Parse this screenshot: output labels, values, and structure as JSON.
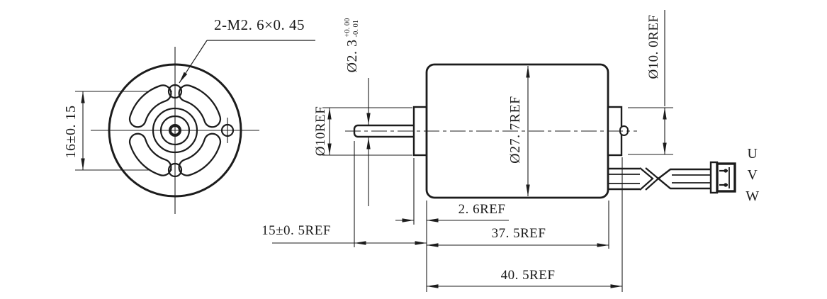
{
  "drawing": {
    "background": "#ffffff",
    "line_color": "#1c1c1c",
    "front_view": {
      "thread_label": "2-M2. 6×0. 45",
      "mounting_hole_spacing": "16±0. 15"
    },
    "side_view": {
      "shaft_diameter": "Ø2. 3",
      "shaft_diameter_tol_upper": "+0. 00",
      "shaft_diameter_tol_lower": "-0. 01",
      "front_boss_diameter": "Ø10REF",
      "body_diameter": "Ø27. 7REF",
      "rear_boss_diameter": "Ø10. 0REF",
      "boss_length": "2. 6REF",
      "shaft_length": "15±0. 5REF",
      "body_length": "37. 5REF",
      "overall_length": "40. 5REF",
      "wire_labels": [
        "U",
        "V",
        "W"
      ]
    }
  }
}
